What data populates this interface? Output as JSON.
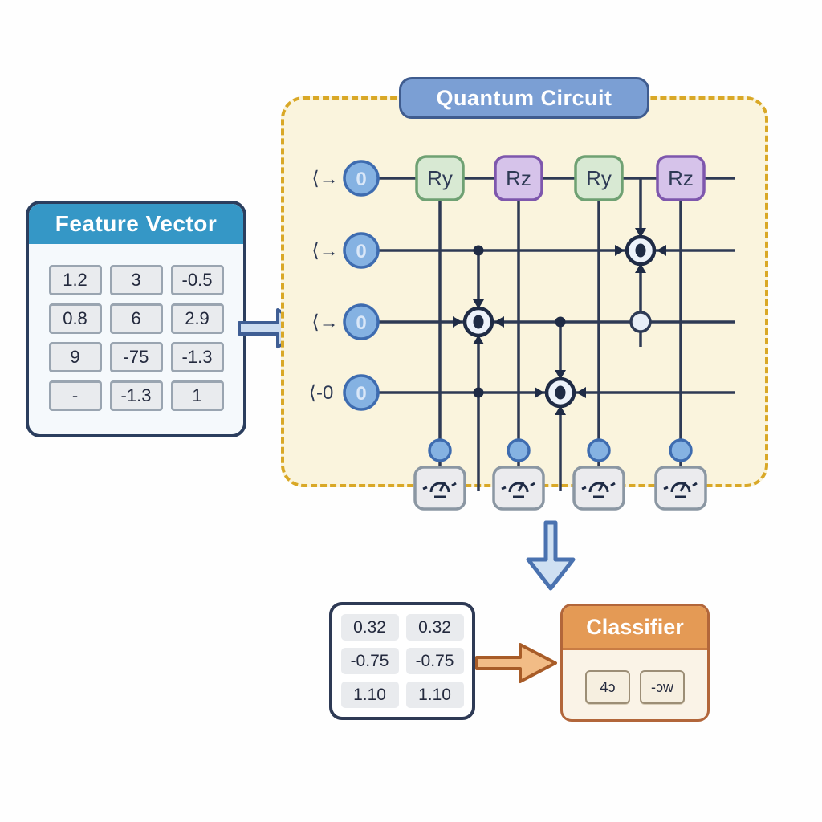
{
  "feature_vector": {
    "title": "Feature Vector",
    "rows": [
      [
        "1.2",
        "3",
        "-0.5"
      ],
      [
        "0.8",
        "6",
        "2.9"
      ],
      [
        "9",
        "-75",
        "-1.3"
      ],
      [
        "-",
        "-1.3",
        "1"
      ]
    ]
  },
  "quantum_circuit": {
    "title": "Quantum Circuit",
    "qubits": [
      {
        "ket": "⟨→",
        "state": "0"
      },
      {
        "ket": "⟨→",
        "state": "0"
      },
      {
        "ket": "⟨→",
        "state": "0"
      },
      {
        "ket": "⟨-0",
        "state": "0"
      }
    ],
    "gates": [
      {
        "label": "Ry"
      },
      {
        "label": "Rz"
      },
      {
        "label": "Ry"
      },
      {
        "label": "Rz"
      }
    ],
    "measurement_count": 4,
    "measurement_icon": "gauge-meter-icon"
  },
  "output_vector": {
    "rows": [
      [
        "0.32",
        "0.32"
      ],
      [
        "-0.75",
        "-0.75"
      ],
      [
        "1.10",
        "1.10"
      ]
    ]
  },
  "classifier": {
    "title": "Classifier",
    "buttons": [
      {
        "label": "4ɔ"
      },
      {
        "label": "-ɔw"
      }
    ]
  },
  "colors": {
    "line_navy": "#2e3a55",
    "circuit_bg": "#faf4dd",
    "dashed_border": "#d9a827",
    "title_fill": "#7b9fd4",
    "feature_header": "#3597c6",
    "qubit_fill": "#85b2e2",
    "ry_fill": "#d8e9d3",
    "ry_border": "#6fa173",
    "rz_fill": "#d6c3ea",
    "rz_border": "#7e57ad",
    "classifier_header": "#e49a55",
    "blue_arrow_fill": "#cfe0f2",
    "orange_arrow_fill": "#f2bc86"
  }
}
